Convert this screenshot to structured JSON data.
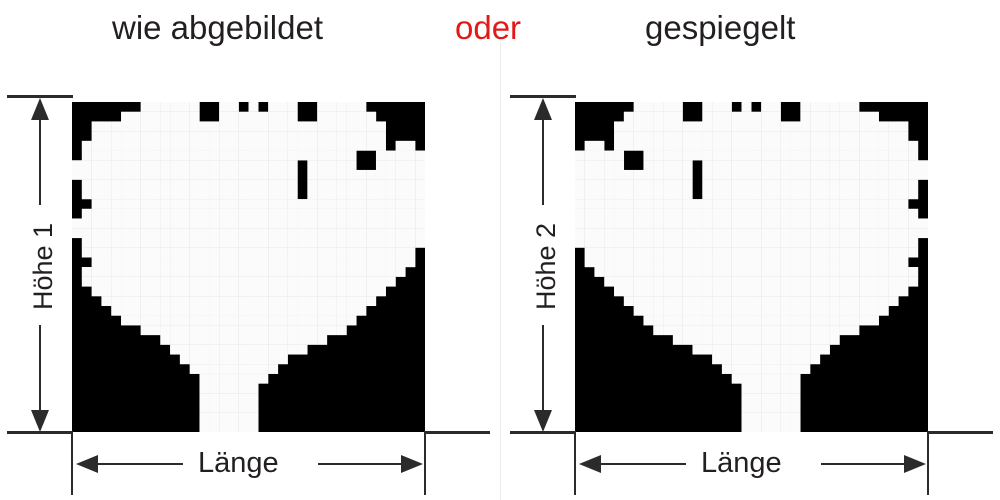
{
  "titles": {
    "left": "wie abgebildet",
    "separator": "oder",
    "right": "gespiegelt"
  },
  "colors": {
    "text": "#231f20",
    "accent_red": "#e01b17",
    "line": "#2b2b2b",
    "image_background": "#000000",
    "image_foreground": "#ffffff",
    "page_background": "#ffffff",
    "divider": "#ececec"
  },
  "panels": [
    {
      "id": "panel-left",
      "title": "wie abgebildet",
      "mirrored": false,
      "height_label": "Höhe 1",
      "length_label": "Länge"
    },
    {
      "id": "panel-right",
      "title": "gespiegelt",
      "mirrored": true,
      "height_label": "Höhe 2",
      "length_label": "Länge"
    }
  ],
  "image": {
    "alt": "pixelated white plant silhouette on black background",
    "grid_columns": 36,
    "grid_rows": 34,
    "rows": [
      "000000011111100110101110011111000000",
      "000001111111100111111110011111100000",
      "001111111111111111111111111111110000",
      "001111111111111111111111111111110000",
      "011111111111111111111111111111110110",
      "011111111111111111111111111110011111",
      "111111111111111111111110111110011111",
      "111111111111111111111110111111111111",
      "011111111111111111111110111111111111",
      "011111111111111111111110111111111111",
      "001111111111111111111111111111111111",
      "011111111111111111111111111111111111",
      "111111111111111111111111111111111111",
      "111111111111111111111111111111111111",
      "011111111111111111111111111111111111",
      "011111111111111111111111111111111110",
      "001111111111111111111111111111111110",
      "011111111111111111111111111111111100",
      "011111111111111111111111111111111000",
      "001111111111111111111111111111110000",
      "000111111111111111111111111111100000",
      "000011111111111111111111111111000000",
      "000001111111111111111111111110000000",
      "000000011111111111111111111100000000",
      "000000000111111111111111110000000000",
      "000000000011111111111111000000000000",
      "000000000001111111111100000000000000",
      "000000000000111111111000000000000000",
      "000000000000011111110000000000000000",
      "000000000000011111100000000000000000",
      "000000000000011111100000000000000000",
      "000000000000011111100000000000000000",
      "000000000000011111100000000000000000",
      "000000000000011111100000000000000000"
    ]
  },
  "measurements": {
    "height_arrow_description": "double-headed vertical arrow spanning the image height",
    "length_arrow_description": "double-headed horizontal arrow spanning the image width"
  }
}
